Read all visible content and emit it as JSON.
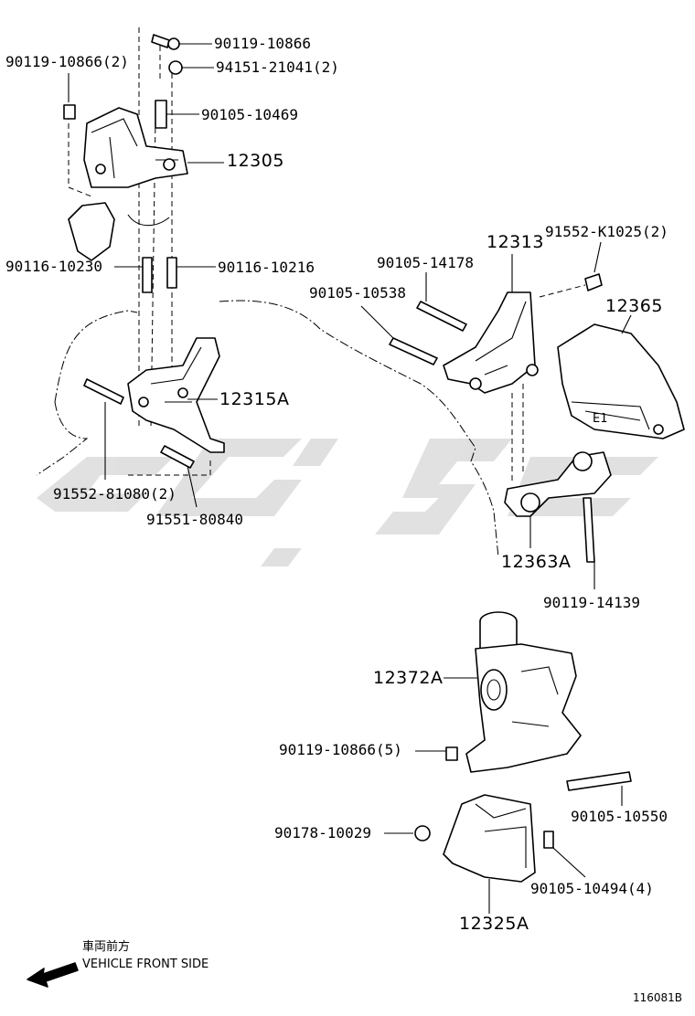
{
  "watermark": {
    "color": "#c8c8c8"
  },
  "labels": {
    "p1": "90119-10866",
    "p2": "94151-21041(2)",
    "p3": "90119-10866(2)",
    "p4": "90105-10469",
    "p5": "12305",
    "p6": "90116-10230",
    "p7": "90116-10216",
    "p8": "12313",
    "p9": "91552-K1025(2)",
    "p10": "90105-14178",
    "p11": "90105-10538",
    "p12": "12365",
    "p13": "12315A",
    "p14": "91552-81080(2)",
    "p15": "91551-80840",
    "p16": "12363A",
    "p17": "90119-14139",
    "p18": "12372A",
    "p19": "90119-10866(5)",
    "p20": "90105-10550",
    "p21": "90178-10029",
    "p22": "90105-10494(4)",
    "p23": "12325A"
  },
  "bracket_mark": "E1",
  "direction": {
    "jp": "車両前方",
    "en": "VEHICLE FRONT SIDE"
  },
  "figure_id": "116081B"
}
